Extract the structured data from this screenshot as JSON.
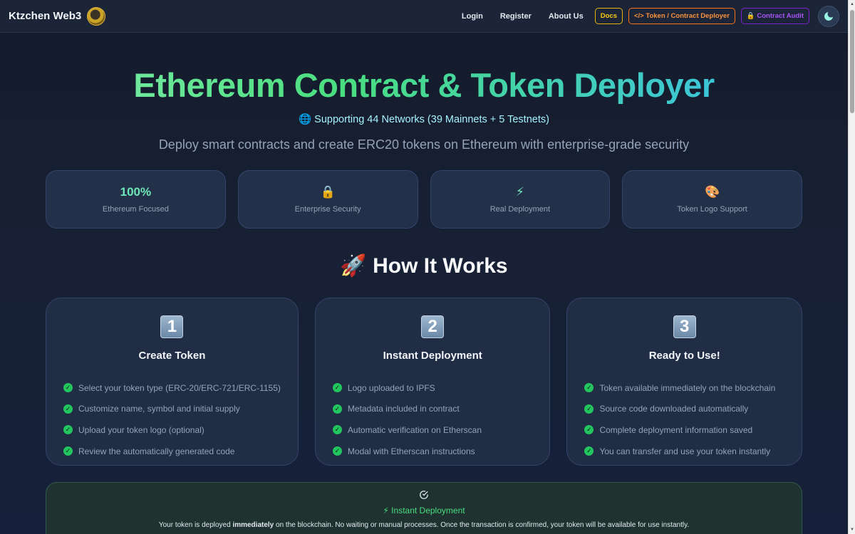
{
  "nav": {
    "brand": "Ktzchen Web3",
    "links": [
      "Login",
      "Register",
      "About Us"
    ],
    "docs": "Docs",
    "deployer": "</> Token / Contract Deployer",
    "audit": "🔒 Contract Audit"
  },
  "hero": {
    "title": "Ethereum Contract & Token Deployer",
    "networks": "🌐 Supporting 44 Networks (39 Mainnets + 5 Testnets)",
    "subtitle": "Deploy smart contracts and create ERC20 tokens on Ethereum with enterprise-grade security"
  },
  "stats": [
    {
      "value": "100%",
      "label": "Ethereum Focused"
    },
    {
      "value": "🔒",
      "label": "Enterprise Security"
    },
    {
      "value": "⚡",
      "label": "Real Deployment"
    },
    {
      "value": "🎨",
      "label": "Token Logo Support"
    }
  ],
  "how": {
    "title": "🚀 How It Works",
    "steps": [
      {
        "num": "1",
        "title": "Create Token",
        "items": [
          "Select your token type (ERC-20/ERC-721/ERC-1155)",
          "Customize name, symbol and initial supply",
          "Upload your token logo (optional)",
          "Review the automatically generated code"
        ]
      },
      {
        "num": "2",
        "title": "Instant Deployment",
        "items": [
          "Logo uploaded to IPFS",
          "Metadata included in contract",
          "Automatic verification on Etherscan",
          "Modal with Etherscan instructions"
        ]
      },
      {
        "num": "3",
        "title": "Ready to Use!",
        "items": [
          "Token available immediately on the blockchain",
          "Source code downloaded automatically",
          "Complete deployment information saved",
          "You can transfer and use your token instantly"
        ]
      }
    ]
  },
  "info": {
    "title": "⚡ Instant Deployment",
    "text_before": "Your token is deployed ",
    "text_bold": "immediately",
    "text_after": " on the blockchain. No waiting or manual processes. Once the transaction is confirmed, your token will be available for use instantly."
  },
  "colors": {
    "background": "#172033",
    "accent_green": "#4ade80",
    "accent_cyan": "#38bdf8",
    "docs": "#facc15",
    "deployer": "#fb923c",
    "audit": "#a855f7"
  }
}
